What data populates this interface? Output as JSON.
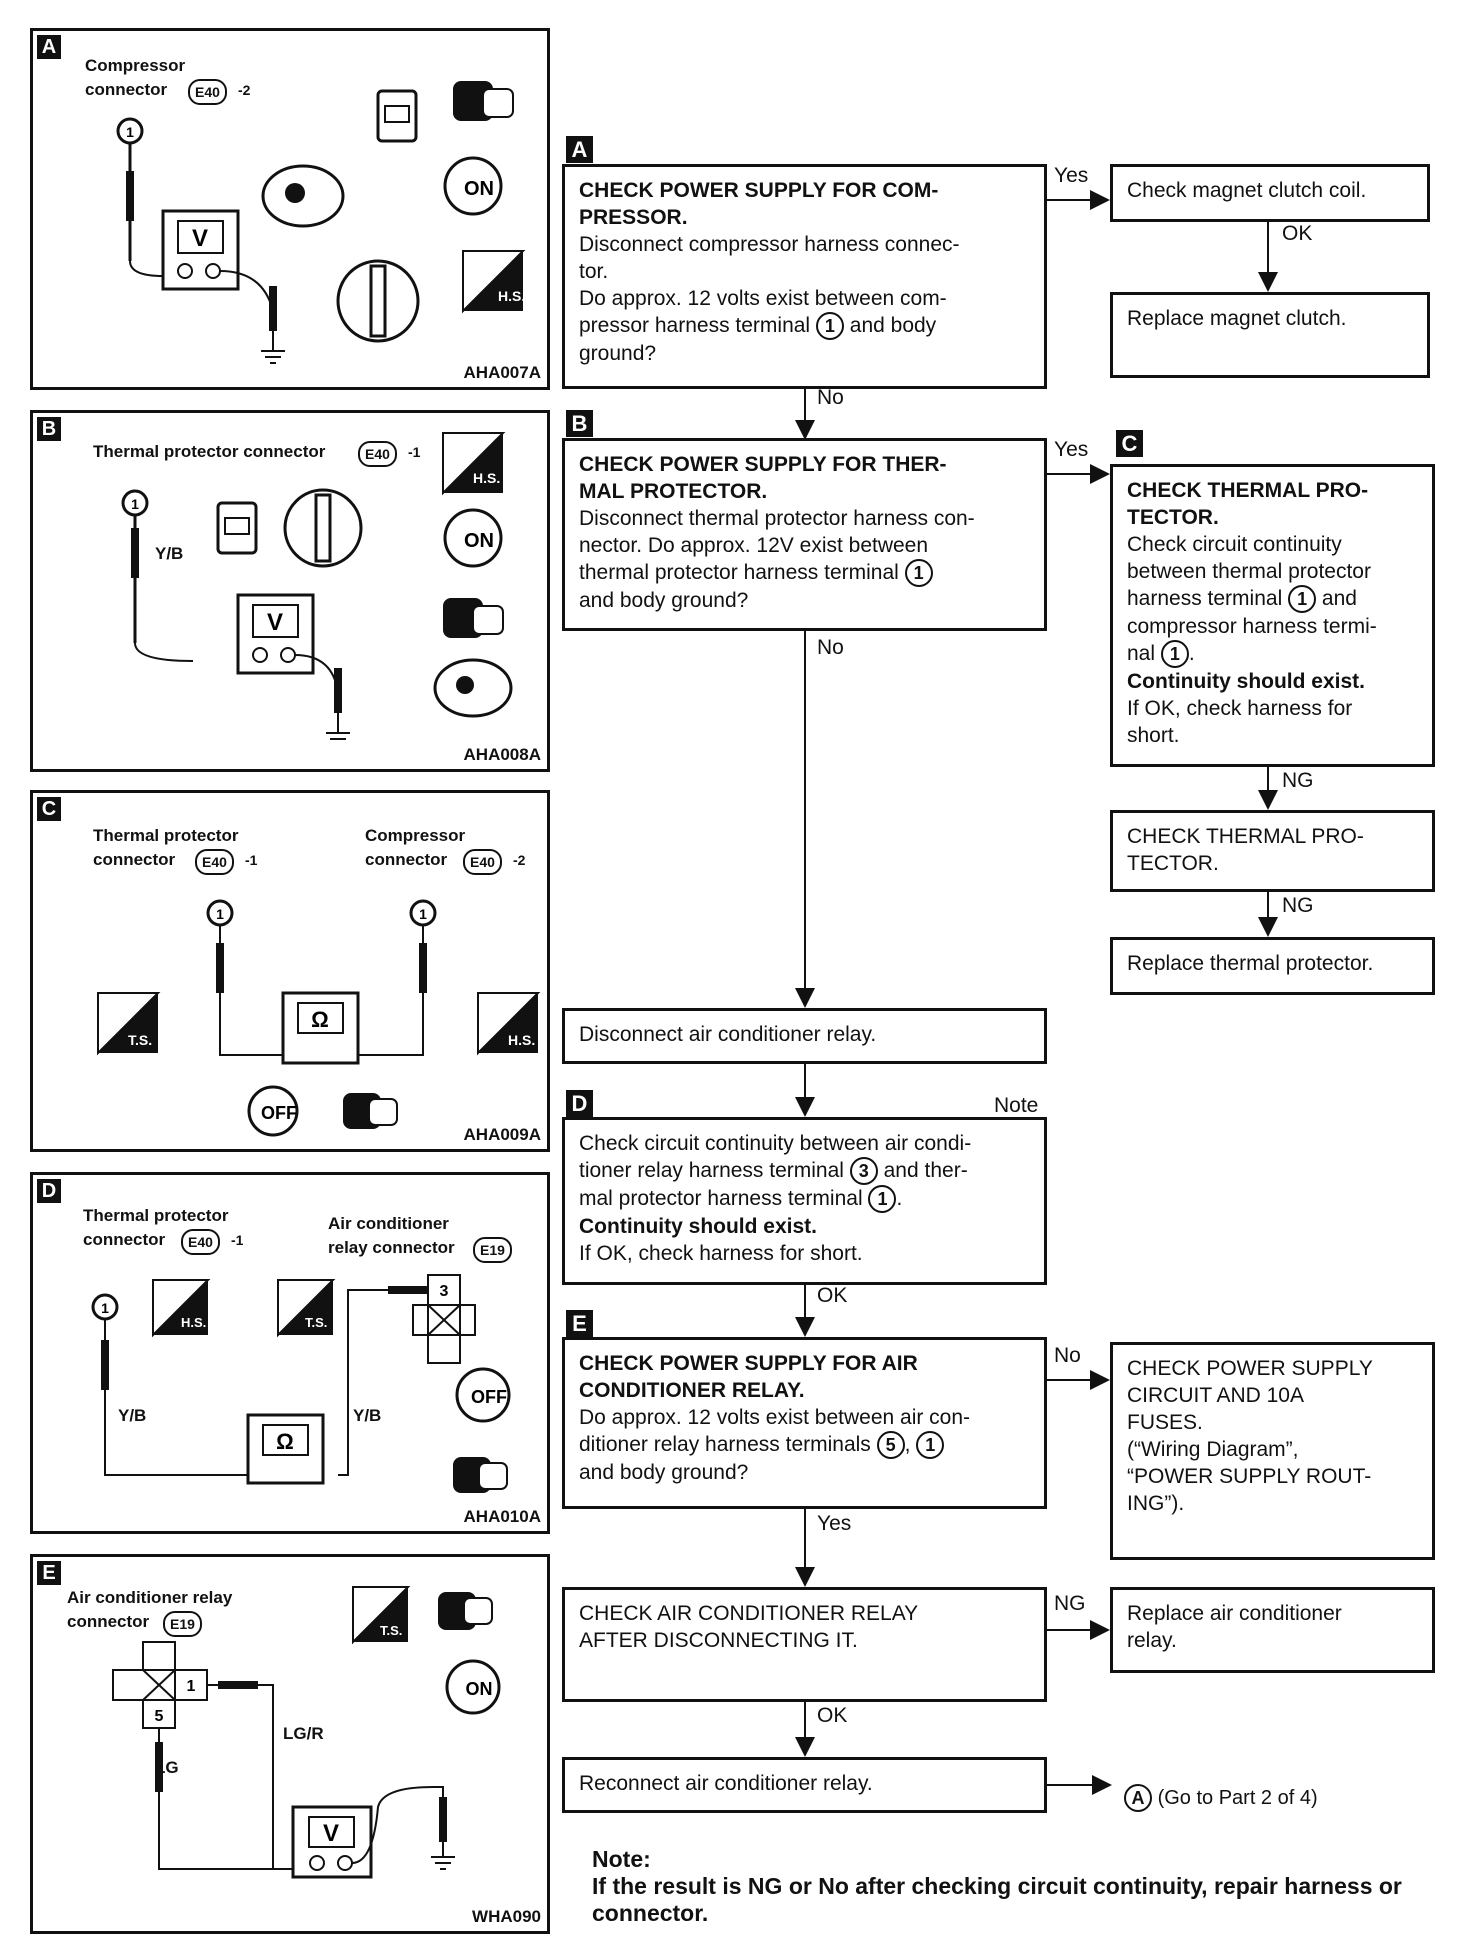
{
  "panels": [
    {
      "id": "A",
      "labels": [
        "Compressor",
        "connector",
        "E40",
        "-2"
      ],
      "code": "AHA007A"
    },
    {
      "id": "B",
      "labels": [
        "Thermal protector connector",
        "E40",
        "-1",
        "Y/B"
      ],
      "code": "AHA008A"
    },
    {
      "id": "C",
      "labels": [
        "Thermal protector",
        "connector",
        "E40",
        "-1",
        "Compressor",
        "connector",
        "E40",
        "-2"
      ],
      "code": "AHA009A"
    },
    {
      "id": "D",
      "labels": [
        "Thermal protector",
        "connector",
        "E40",
        "-1",
        "Air conditioner",
        "relay connector",
        "E19",
        "Y/B",
        "Y/B"
      ],
      "code": "AHA010A"
    },
    {
      "id": "E",
      "labels": [
        "Air conditioner relay",
        "connector",
        "E19",
        "LG/R",
        "LG"
      ],
      "code": "WHA090"
    }
  ],
  "flow": {
    "A_title": "CHECK POWER SUPPLY FOR COM-",
    "A_title2": "PRESSOR.",
    "A_l1": "Disconnect compressor harness connec-",
    "A_l2": "tor.",
    "A_l3": "Do approx. 12 volts exist between com-",
    "A_l4a": "pressor harness terminal ",
    "A_l4b": " and body",
    "A_l5": "ground?",
    "clutch": "Check magnet clutch coil.",
    "replace_clutch": "Replace magnet clutch.",
    "B_title": "CHECK POWER SUPPLY FOR THER-",
    "B_title2": "MAL PROTECTOR.",
    "B_l1": "Disconnect thermal protector harness con-",
    "B_l2": "nector. Do approx. 12V exist between",
    "B_l3a": "thermal protector harness terminal ",
    "B_l4": "and body ground?",
    "C_title": "CHECK THERMAL PRO-",
    "C_title2": "TECTOR.",
    "C_l1": "Check circuit continuity",
    "C_l2": "between thermal protector",
    "C_l3a": "harness terminal ",
    "C_l3b": " and",
    "C_l4": "compressor harness termi-",
    "C_l5a": "nal ",
    "C_l5b": ".",
    "C_b1": "Continuity should exist.",
    "C_l6": "If OK, check harness for",
    "C_l7": "short.",
    "tp2_l1": "CHECK THERMAL PRO-",
    "tp2_l2": "TECTOR.",
    "replace_tp": "Replace thermal protector.",
    "disc_relay": "Disconnect air conditioner relay.",
    "D_l1": "Check circuit continuity between air condi-",
    "D_l2a": "tioner relay harness terminal ",
    "D_l2b": " and ther-",
    "D_l3a": "mal protector harness terminal ",
    "D_l3b": ".",
    "D_b1": "Continuity should exist.",
    "D_l4": "If OK, check harness for short.",
    "E_title": "CHECK POWER SUPPLY FOR AIR",
    "E_title2": "CONDITIONER RELAY.",
    "E_l1": "Do approx. 12 volts exist between air con-",
    "E_l2a": "ditioner relay harness terminals ",
    "E_l2b": ", ",
    "E_l3": "and body ground?",
    "ps_l1": "CHECK POWER SUPPLY",
    "ps_l2": "CIRCUIT AND 10A",
    "ps_l3": "FUSES.",
    "ps_l4": "(“Wiring Diagram”,",
    "ps_l5": "“POWER SUPPLY ROUT-",
    "ps_l6": "ING”).",
    "relay_l1": "CHECK AIR CONDITIONER RELAY",
    "relay_l2": "AFTER DISCONNECTING IT.",
    "repl_relay_l1": "Replace air conditioner",
    "repl_relay_l2": "relay.",
    "reconnect": "Reconnect air conditioner relay.",
    "goto_a": "A",
    "goto": "(Go to Part 2 of 4)"
  },
  "terminals": {
    "t1": "1",
    "t3": "3",
    "t5": "5"
  },
  "branch": {
    "yes": "Yes",
    "no": "No",
    "ok": "OK",
    "ng": "NG",
    "note": "Note"
  },
  "badges": {
    "A": "A",
    "B": "B",
    "C": "C",
    "D": "D",
    "E": "E"
  },
  "note": {
    "title": "Note:",
    "text": "If the result is NG or No after checking circuit continuity, repair harness or connector."
  }
}
